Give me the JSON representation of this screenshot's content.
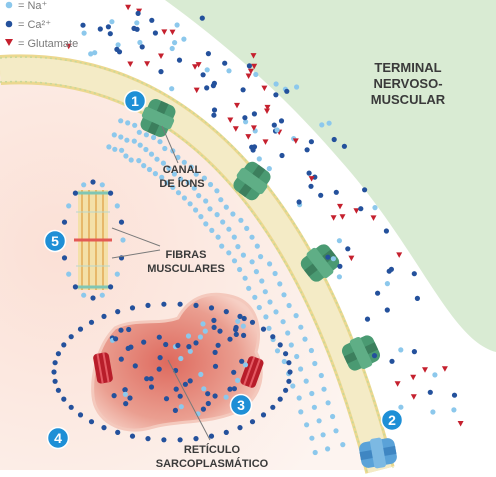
{
  "legend": [
    {
      "symbol": "light-blue-dot-icon",
      "text": "= Na⁺",
      "color": "#8cc8ec"
    },
    {
      "symbol": "dark-blue-dot-icon",
      "text": "= Ca²⁺",
      "color": "#24519c"
    },
    {
      "symbol": "red-triangle-icon",
      "text": "= Glutamate",
      "color": "#c5202e"
    }
  ],
  "labels": {
    "terminal": [
      "TERMINAL",
      "NERVOSO-",
      "MUSCULAR"
    ],
    "canal": [
      "CANAL",
      "DE ÍONS"
    ],
    "fibras": [
      "FIBRAS",
      "MUSCULARES"
    ],
    "reticulo": [
      "RETÍCULO",
      "SARCOPLASMÁTICO"
    ]
  },
  "steps": [
    "1",
    "2",
    "3",
    "4",
    "5"
  ],
  "colors": {
    "membrane": "#f3eac4",
    "membrane_edge": "#ecd88f",
    "channel": "#4a9a72",
    "channel_blue": "#5aa2d8",
    "step_circle": "#1e8fd6",
    "terminal_bg": "#d9ebd3",
    "reticulum": "#d2473c"
  }
}
